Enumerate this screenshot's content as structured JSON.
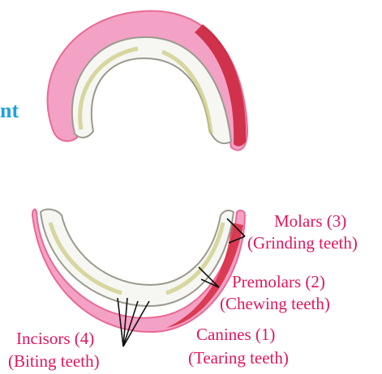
{
  "diagram": {
    "title_fragment": "nt",
    "labels": {
      "molars": {
        "name": "Molars (3)",
        "desc": "(Grinding teeth)"
      },
      "premolars": {
        "name": "Premolars (2)",
        "desc": "(Chewing teeth)"
      },
      "canines": {
        "name": "Canines (1)",
        "desc": "(Tearing teeth)"
      },
      "incisors": {
        "name": "Incisors  (4)",
        "desc": "(Biting teeth)"
      }
    },
    "colors": {
      "label_text": "#e0165f",
      "title_text": "#1aa2df",
      "gum_pink": "#f4a1c6",
      "gum_red": "#d6283e",
      "tooth_white": "#f6f6f2",
      "pointer_line": "#111111"
    }
  }
}
